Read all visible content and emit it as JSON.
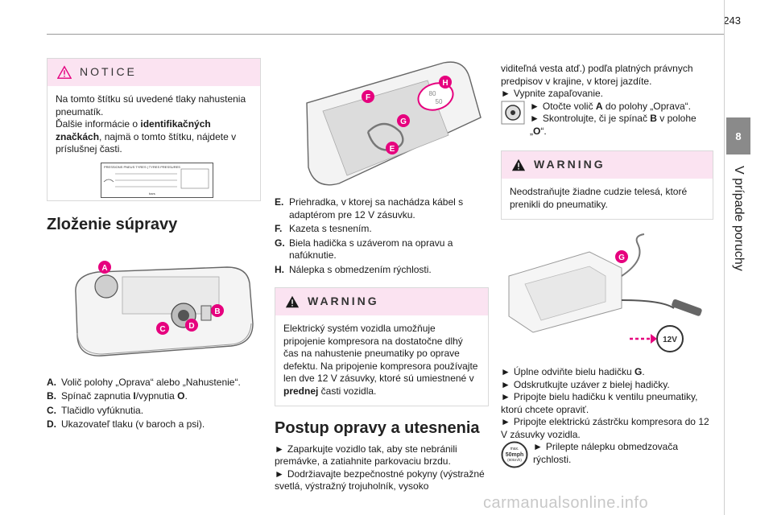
{
  "page": {
    "number": "243",
    "chapter_number": "8",
    "chapter_title": "V prípade poruchy",
    "watermark": "carmanualsonline.info"
  },
  "notice": {
    "title": "NOTICE",
    "line1": "Na tomto štítku sú uvedené tlaky nahustenia pneumatík.",
    "line2_a": "Ďalšie informácie o ",
    "line2_b": "identifikačných značkách",
    "line2_c": ", najmä o tomto štítku, nájdete v príslušnej časti.",
    "label_header": "PRESSIONS PNEUS TYRES | TYRES PRESSURES",
    "label_footer": "bars"
  },
  "section1": {
    "title": "Zloženie súpravy",
    "callouts": [
      "A",
      "B",
      "C",
      "D"
    ],
    "items": [
      {
        "key": "A.",
        "text": "Volič polohy „Oprava“ alebo „Nahustenie“."
      },
      {
        "key": "B.",
        "text_a": "Spínač zapnutia ",
        "b1": "I",
        "text_b": "/vypnutia ",
        "b2": "O",
        "text_c": "."
      },
      {
        "key": "C.",
        "text": "Tlačidlo vyfúknutia."
      },
      {
        "key": "D.",
        "text": "Ukazovateľ tlaku (v baroch a psi)."
      }
    ]
  },
  "section2": {
    "callouts": [
      "H",
      "F",
      "G",
      "E"
    ],
    "speed_label_top": "80",
    "speed_label_bottom": "50",
    "items": [
      {
        "key": "E.",
        "text": "Priehradka, v ktorej sa nachádza kábel s adaptérom pre 12 V zásuvku."
      },
      {
        "key": "F.",
        "text": "Kazeta s tesnením."
      },
      {
        "key": "G.",
        "text": "Biela hadička s uzáverom na opravu a nafúknutie."
      },
      {
        "key": "H.",
        "text": "Nálepka s obmedzením rýchlosti."
      }
    ]
  },
  "warning1": {
    "title": "WARNING",
    "text_a": "Elektrický systém vozidla umožňuje pripojenie kompresora na dostatočne dlhý čas na nahustenie pneumatiky po oprave defektu. Na pripojenie kompresora používajte len dve 12 V zásuvky, ktoré sú umiestnené v ",
    "text_b": "prednej",
    "text_c": " časti vozidla."
  },
  "section3": {
    "title": "Postup opravy a utesnenia",
    "p1": "Zaparkujte vozidlo tak, aby ste nebránili premávke, a zatiahnite parkovaciu brzdu.",
    "p2": "Dodržiavajte bezpečnostné pokyny (výstražné svetlá, výstražný trojuholník, vysoko",
    "arrow": "►"
  },
  "col3": {
    "p1": "viditeľná vesta atď.) podľa platných právnych predpisov v krajine, v ktorej jazdíte.",
    "p2": "Vypnite zapaľovanie.",
    "p3_a": "Otočte volič ",
    "p3_b": "A",
    "p3_c": " do polohy „Oprava“.",
    "p4_a": "Skontrolujte, či je spínač ",
    "p4_b": "B",
    "p4_c": " v polohe „",
    "p4_d": "O",
    "p4_e": "“.",
    "warning_title": "WARNING",
    "warning_text": "Neodstraňujte žiadne cudzie telesá, ktoré prenikli do pneumatiky.",
    "callout_g": "G",
    "socket_label": "12V",
    "s1_a": "Úplne odviňte bielu hadičku ",
    "s1_b": "G",
    "s1_c": ".",
    "s2": "Odskrutkujte uzáver z bielej hadičky.",
    "s3": "Pripojte bielu hadičku k ventilu pneumatiky, ktorú chcete opraviť.",
    "s4": "Pripojte elektrickú zástrčku kompresora do 12 V zásuvky vozidla.",
    "s5": "Prilepte nálepku obmedzovača rýchlosti.",
    "sticker_line1": "max.",
    "sticker_line2": "50mph",
    "sticker_line3": "(80km/h)"
  },
  "colors": {
    "accent": "#e4007f",
    "banner": "#fbe3f1",
    "callout": "#e6007e"
  }
}
